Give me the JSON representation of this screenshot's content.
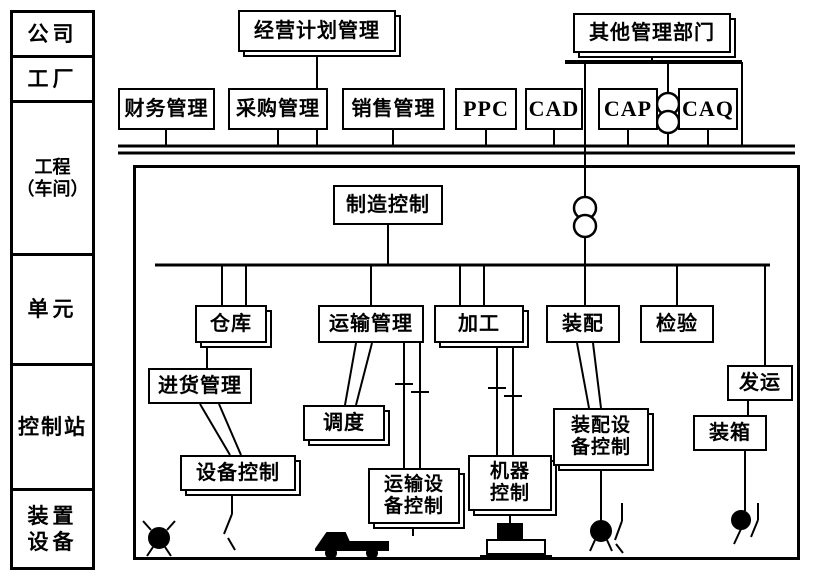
{
  "diagram": {
    "levels": [
      {
        "label": "公司"
      },
      {
        "label": "工厂"
      },
      {
        "label": "工程\n（车间）"
      },
      {
        "label": "单元"
      },
      {
        "label": "控制站"
      },
      {
        "label": "装置\n设备"
      }
    ],
    "company": {
      "planning": "经营计划管理",
      "other_departments": "其他管理部门"
    },
    "factory": {
      "finance": "财务管理",
      "purchasing": "采购管理",
      "sales": "销售管理",
      "ppc": "PPC",
      "cad": "CAD",
      "cap": "CAP",
      "caq": "CAQ"
    },
    "workshop": {
      "manufacturing_control": "制造控制"
    },
    "cell": {
      "warehouse": "仓库",
      "transport": "运输管理",
      "machining": "加工",
      "assembly": "装配",
      "inspection": "检验",
      "incoming": "进货管理",
      "dispatch": "调度",
      "shipping": "发运"
    },
    "station": {
      "equipment_control": "设备控制",
      "transport_equipment_control": "运输设备控制",
      "machine_control": "机器控制",
      "assembly_equipment_control": "装配设备控制",
      "packing": "装箱"
    },
    "icons": {
      "coupler": "network-coupler-icon",
      "devices": [
        "robot-icon",
        "transport-vehicle-icon",
        "machine-tool-icon",
        "assembly-robot-icon",
        "packing-device-icon"
      ]
    },
    "colors": {
      "ink": "#000000",
      "paper": "#ffffff"
    }
  }
}
